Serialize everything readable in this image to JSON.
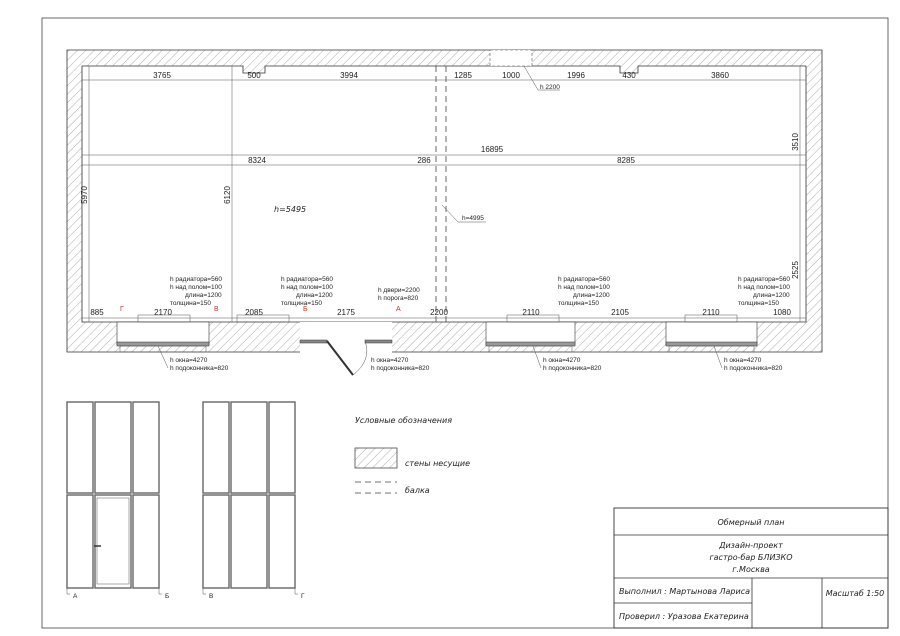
{
  "plan": {
    "top_dims": [
      "3765",
      "500",
      "3994",
      "1285",
      "1000",
      "1996",
      "430",
      "3860"
    ],
    "overall_dims": {
      "total": "16895",
      "left": "8324",
      "beam": "286",
      "right": "8285"
    },
    "vertical_dims": {
      "left": "5970",
      "mid": "6120",
      "right_top": "3510",
      "right_bottom": "2525"
    },
    "heights": {
      "room": "h=5495",
      "beam": "h=4995",
      "door_top": "h 2200"
    },
    "bottom_dims": [
      "885",
      "2170",
      "2085",
      "2175",
      "2200",
      "2110",
      "2105",
      "2110",
      "1080"
    ],
    "radiator": {
      "l1": "h радиатора=560",
      "l2": "h над полом=100",
      "l3": "длина=1200",
      "l4": "толщина=150"
    },
    "window": {
      "l1": "h окна=4270",
      "l2": "h подоконника=820"
    },
    "door": {
      "l1": "h двери=2200",
      "l2": "h порога=820"
    },
    "section_marks": [
      "Г",
      "В",
      "Б",
      "А"
    ]
  },
  "elevations": {
    "left_marks": [
      "А",
      "Б"
    ],
    "right_marks": [
      "В",
      "Г"
    ]
  },
  "legend": {
    "title": "Условные обозначения",
    "walls": "стены несущие",
    "beam": "балка"
  },
  "title_block": {
    "title": "Обмерный план",
    "project1": "Дизайн-проект",
    "project2": "гастро-бар БЛИЗКО",
    "project3": "г.Москва",
    "performed": "Выполнил : Мартынова Лариса",
    "checked": "Проверил : Уразова Екатерина",
    "scale": "Масштаб 1:50"
  }
}
